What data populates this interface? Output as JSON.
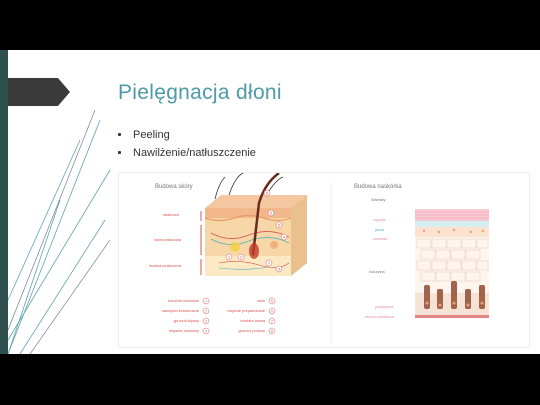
{
  "slide": {
    "title": "Pielęgnacja dłoni",
    "bullets": [
      "Peeling",
      "Nawilżenie/natłuszczenie"
    ]
  },
  "figure": {
    "left_heading": "Budowa skóry",
    "right_heading": "Budowa naskórka",
    "layer_labels": [
      "naskórek",
      "skóra właściwa",
      "tkanka podskórna"
    ],
    "legend_left": [
      "komórki nerwowe",
      "naczynia krwionośne",
      "gruczoł łojowy",
      "mięsień włosowy"
    ],
    "legend_right": [
      "włos",
      "mięśnie przywłosowe",
      "torebka włosa",
      "gruczoł potowy"
    ],
    "legend_numbers_left": [
      "1",
      "2",
      "3",
      "4"
    ],
    "legend_numbers_right": [
      "5",
      "6",
      "7",
      "8"
    ],
    "callout_numbers": [
      "1",
      "2",
      "3",
      "4",
      "5",
      "6",
      "7",
      "8"
    ],
    "epidermis_labels": [
      "Warstwy:",
      "rogowa",
      "jasna",
      "ziarnista",
      "kolczysta",
      "podstawna",
      "błona podstawna"
    ],
    "colors": {
      "title": "#4f9aa6",
      "deco_dark": "#2f4f4f",
      "deco_teal": "#4f9aa6",
      "skin_top": "#f2b88c",
      "dermis": "#f7d7a7",
      "subcutis": "#fbe9c4",
      "accent_red": "#d9534f",
      "accent_teal": "#4fb3bf"
    }
  }
}
